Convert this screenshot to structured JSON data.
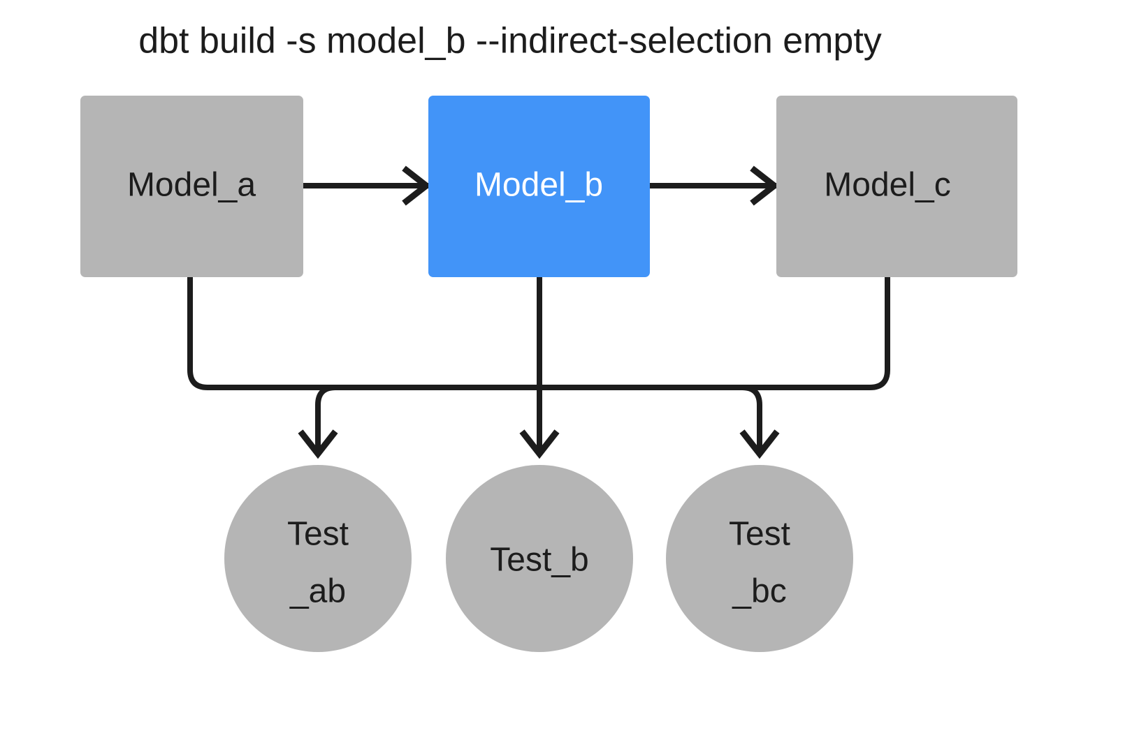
{
  "title": "dbt build -s model_b --indirect-selection empty",
  "colors": {
    "background": "#ffffff",
    "node_default": "#b5b5b5",
    "node_selected": "#4294f8",
    "edge": "#1c1c1c",
    "text_dark": "#1c1c1c",
    "text_light": "#ffffff"
  },
  "nodes": {
    "models": [
      {
        "id": "model_a",
        "label": "Model_a",
        "shape": "rectangle",
        "state": "unselected"
      },
      {
        "id": "model_b",
        "label": "Model_b",
        "shape": "rectangle",
        "state": "selected"
      },
      {
        "id": "model_c",
        "label": "Model_c",
        "shape": "rectangle",
        "state": "unselected"
      }
    ],
    "tests": [
      {
        "id": "test_ab",
        "label_line1": "Test",
        "label_line2": "_ab",
        "shape": "circle",
        "state": "unselected"
      },
      {
        "id": "test_b",
        "label_line1": "Test_b",
        "label_line2": "",
        "shape": "circle",
        "state": "unselected"
      },
      {
        "id": "test_bc",
        "label_line1": "Test",
        "label_line2": "_bc",
        "shape": "circle",
        "state": "unselected"
      }
    ]
  },
  "edges": [
    {
      "from": "model_a",
      "to": "model_b",
      "style": "straight-arrow"
    },
    {
      "from": "model_b",
      "to": "model_c",
      "style": "straight-arrow"
    },
    {
      "from": "model_a",
      "to": "test_ab",
      "style": "elbow-arrow"
    },
    {
      "from": "model_b",
      "to": "test_ab",
      "style": "elbow-arrow"
    },
    {
      "from": "model_b",
      "to": "test_b",
      "style": "straight-arrow"
    },
    {
      "from": "model_b",
      "to": "test_bc",
      "style": "elbow-arrow"
    },
    {
      "from": "model_c",
      "to": "test_bc",
      "style": "elbow-arrow"
    }
  ]
}
